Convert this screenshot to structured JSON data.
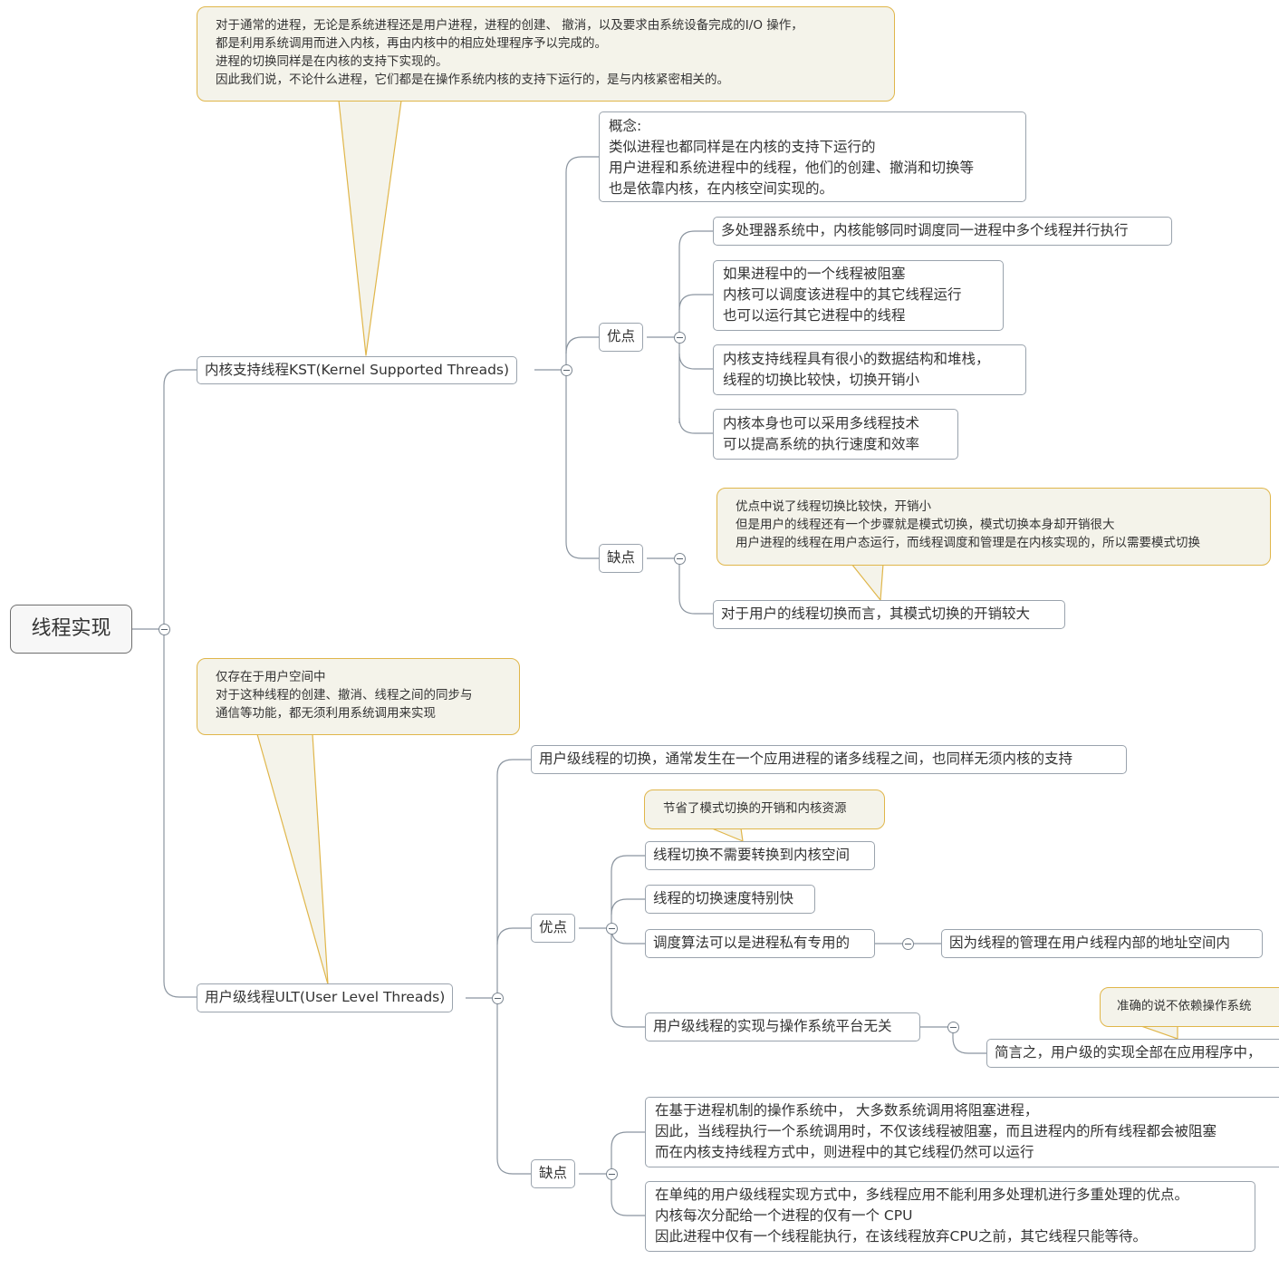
{
  "root": "线程实现",
  "kst": {
    "title": "内核支持线程KST(Kernel Supported Threads)",
    "note": [
      "对于通常的进程，无论是系统进程还是用户进程，进程的创建、 撤消，以及要求由系统设备完成的I/O 操作，",
      "都是利用系统调用而进入内核，再由内核中的相应处理程序予以完成的。",
      "进程的切换同样是在内核的支持下实现的。",
      "因此我们说，不论什么进程，它们都是在操作系统内核的支持下运行的，是与内核紧密相关的。"
    ],
    "concept": [
      "概念:",
      "类似进程也都同样是在内核的支持下运行的",
      "用户进程和系统进程中的线程，他们的创建、撤消和切换等",
      "也是依靠内核，在内核空间实现的。"
    ],
    "pros_label": "优点",
    "pros": [
      [
        "多处理器系统中，内核能够同时调度同一进程中多个线程并行执行"
      ],
      [
        "如果进程中的一个线程被阻塞",
        "内核可以调度该进程中的其它线程运行",
        "也可以运行其它进程中的线程"
      ],
      [
        "内核支持线程具有很小的数据结构和堆栈，",
        "线程的切换比较快，切换开销小"
      ],
      [
        "内核本身也可以采用多线程技术",
        "可以提高系统的执行速度和效率"
      ]
    ],
    "cons_label": "缺点",
    "cons_note": [
      "优点中说了线程切换比较快，开销小",
      "但是用户的线程还有一个步骤就是模式切换，模式切换本身却开销很大",
      "用户进程的线程在用户态运行，而线程调度和管理是在内核实现的，所以需要模式切换"
    ],
    "cons": "对于用户的线程切换而言，其模式切换的开销较大"
  },
  "ult": {
    "title": "用户级线程ULT(User Level Threads)",
    "note": [
      "仅存在于用户空间中",
      "对于这种线程的创建、撤消、线程之间的同步与",
      "通信等功能，都无须利用系统调用来实现"
    ],
    "switch": "用户级线程的切换，通常发生在一个应用进程的诸多线程之间，也同样无须内核的支持",
    "pros_label": "优点",
    "pro1_note": "节省了模式切换的开销和内核资源",
    "pro1": "线程切换不需要转换到内核空间",
    "pro2": "线程的切换速度特别快",
    "pro3": "调度算法可以是进程私有专用的",
    "pro3_child": "因为线程的管理在用户线程内部的地址空间内",
    "pro4": "用户级线程的实现与操作系统平台无关",
    "pro4_note": "准确的说不依赖操作系统",
    "pro4_child": "简言之，用户级的实现全部在应用程序中，",
    "cons_label": "缺点",
    "cons": [
      [
        "在基于进程机制的操作系统中， 大多数系统调用将阻塞进程，",
        "因此，当线程执行一个系统调用时，不仅该线程被阻塞，而且进程内的所有线程都会被阻塞",
        "而在内核支持线程方式中，则进程中的其它线程仍然可以运行"
      ],
      [
        "在单纯的用户级线程实现方式中，多线程应用不能利用多处理机进行多重处理的优点。",
        "内核每次分配给一个进程的仅有一个 CPU",
        "因此进程中仅有一个线程能执行，在该线程放弃CPU之前，其它线程只能等待。"
      ]
    ]
  }
}
